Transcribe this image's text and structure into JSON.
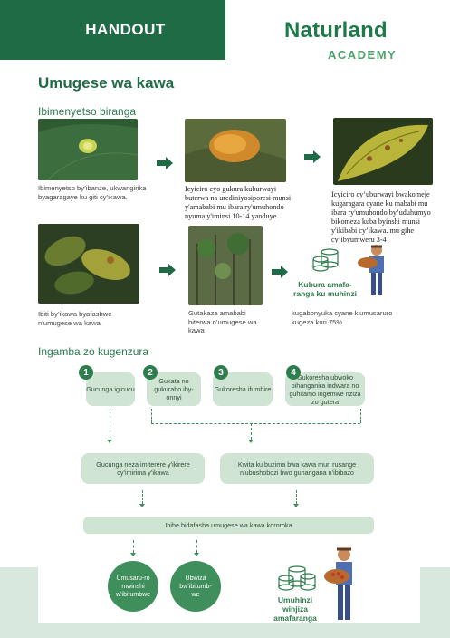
{
  "header": {
    "tag": "HANDOUT",
    "brand": "Naturland",
    "academy": "ACADEMY"
  },
  "title": "Umugese wa kawa",
  "section1": "Ibimenyetso biranga",
  "section2": "Ingamba zo kugenzura",
  "symptoms": [
    "Ibimenyetso by’ibanze, ukwangirika byagaragaye ku giti cy’ikawa.",
    "Icyiciro cyo gukura kuburwayi buterwa na urediniyosiporesi munsi y'amababi mu ibara ry'umuhondo nyuma y'iminsi 10-14 yanduye",
    "Icyiciro cy’uburwayi bwakomeje kugaragara cyane ku mababi mu ibara ry'umuhondo  by’uduhumyo bikomeza kuba byinshi munsi y'ikibabi cy’ikawa. mu gihe cy’ibyumweru 3-4",
    "Ibiti by’ikawa byafashwe n’umugese wa kawa.",
    "Gutakaza amababi biterwa n’umugese wa kawa",
    "kugabonyuka cyane k’umusaruro kugeza kuri 75%"
  ],
  "income_loss_label": "Kubura amafa-\nranga ku muhinzi",
  "steps": [
    {
      "num": "1",
      "text": "Gucunga igicucu"
    },
    {
      "num": "2",
      "text": "Gukata no gukuraho iby-onnyi"
    },
    {
      "num": "3",
      "text": "Gukoresha ifumbire"
    },
    {
      "num": "4",
      "text": "Gukoresha ubwoko bihanganira indwara no guhitamo ingemwe nziza zo gutera"
    }
  ],
  "outcomes": [
    "Gucunga neza imiterere y’ikirere cy’imirima y’ikawa",
    "Kwita ku buzima bwa kawa muri rusange n’ubushobozi bwo guhangana n’ibibazo"
  ],
  "result_bar": "Ibihe bidafasha umugese wa kawa kororoka",
  "benefits": [
    "Umusaru-ro mwinshi w’ibitumbwe",
    "Ubwiza bw’ibitumb-we"
  ],
  "farmer_income": "Umuhinzi winjiza amafaranga",
  "colors": {
    "green_dark": "#1f6b45",
    "green_box": "#cfe4d2",
    "green_circle": "#3f8f5c"
  }
}
